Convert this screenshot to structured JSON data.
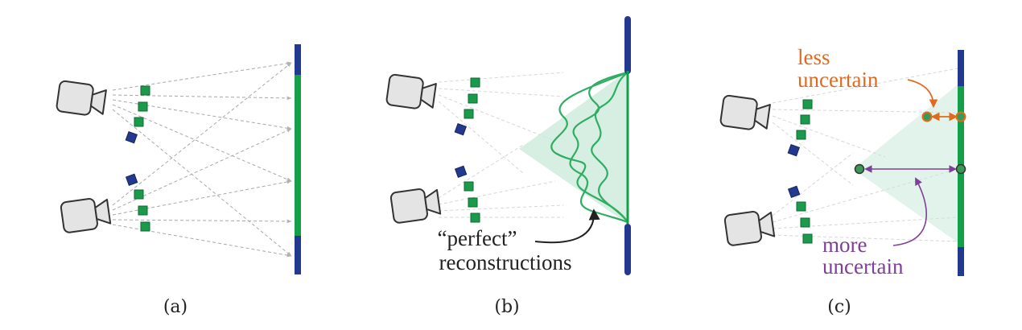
{
  "panels": [
    {
      "id": "a",
      "caption": "(a)"
    },
    {
      "id": "b",
      "caption": "(b)",
      "annotation": {
        "line1": "“perfect”",
        "line2": "reconstructions"
      }
    },
    {
      "id": "c",
      "caption": "(c)",
      "annotation_less": {
        "line1": "less",
        "line2": "uncertain"
      },
      "annotation_more": {
        "line1": "more",
        "line2": "uncertain"
      }
    }
  ],
  "colors": {
    "camera_fill": "#e4e4e4",
    "camera_stroke": "#333333",
    "pixel_green": "#1a9a4a",
    "pixel_blue": "#23398f",
    "wall_green": "#14a04a",
    "wall_blue": "#23398f",
    "region_fill": "#c9ead8",
    "curve_green": "#2eae63",
    "orange": "#e26a1e",
    "purple": "#7d3f98",
    "ray_gray": "#9a9a9a",
    "text_black": "#222222"
  }
}
